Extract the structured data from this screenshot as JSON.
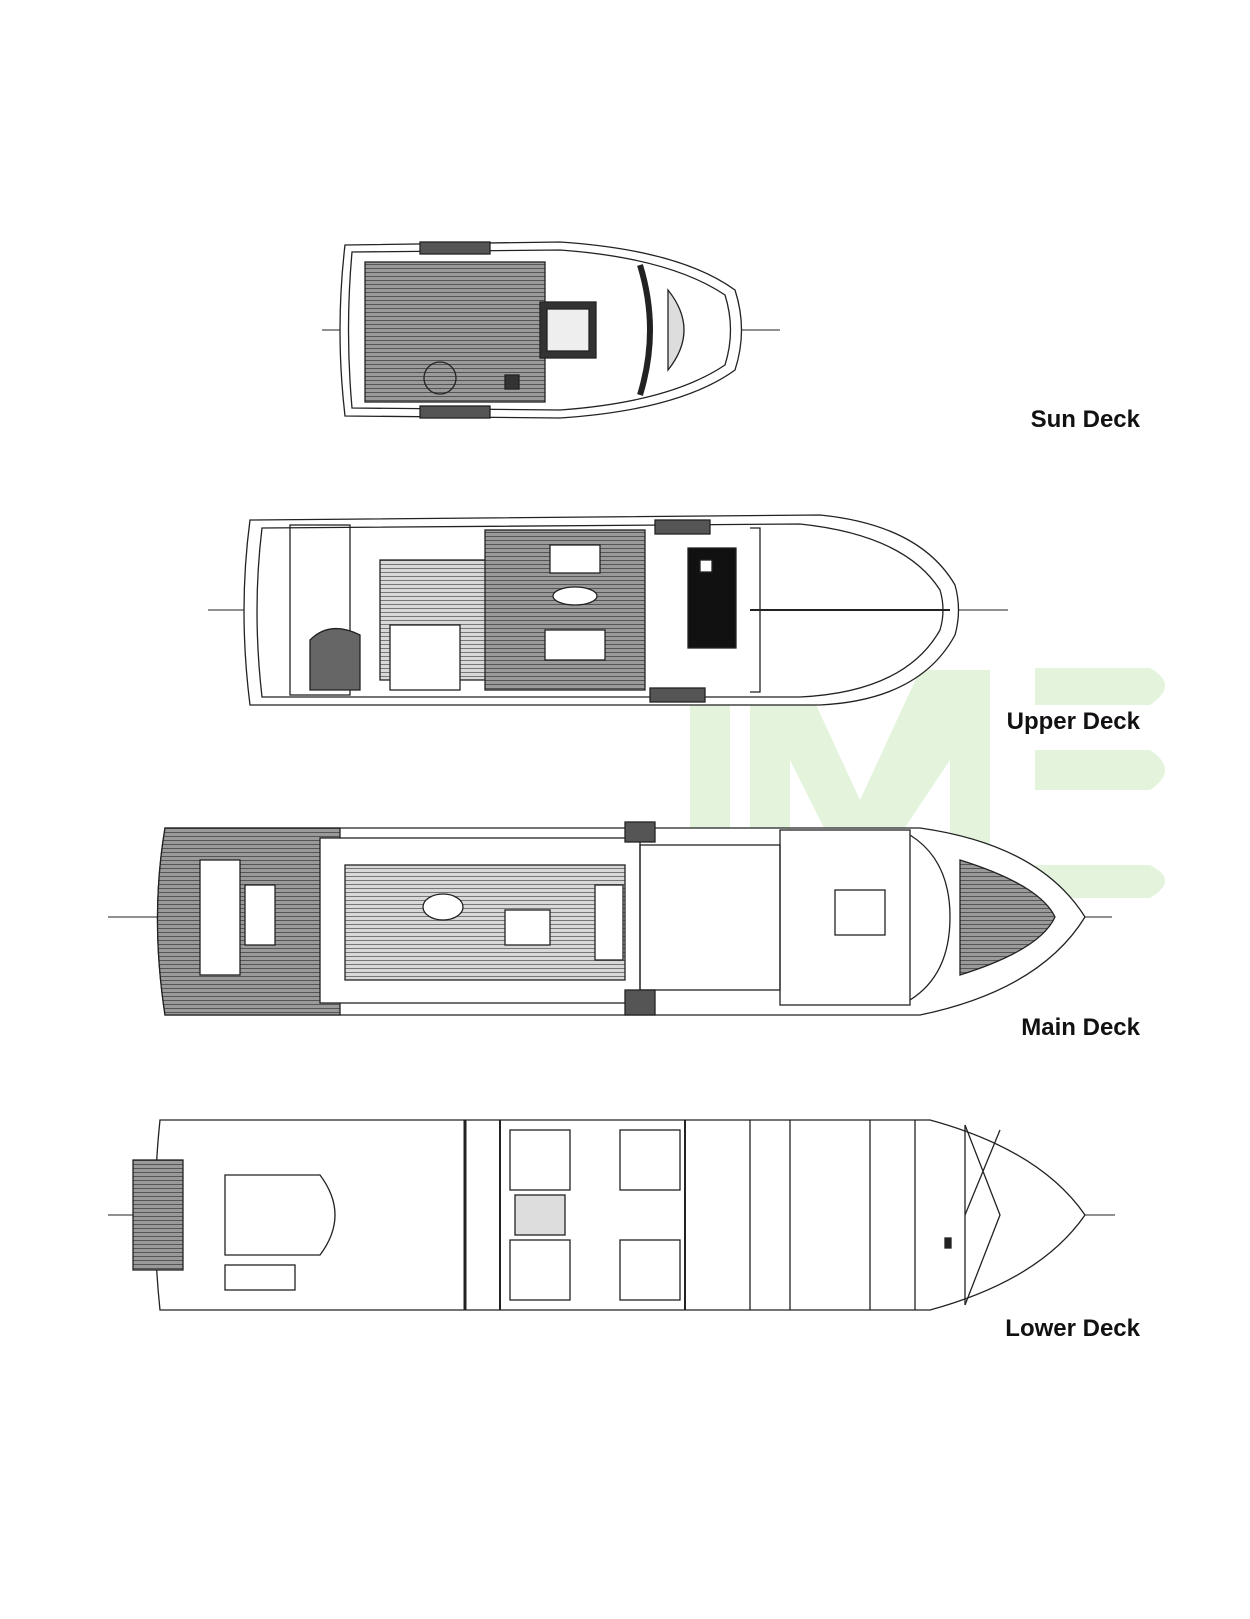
{
  "decks": [
    {
      "name": "Sun Deck"
    },
    {
      "name": "Upper Deck"
    },
    {
      "name": "Main Deck"
    },
    {
      "name": "Lower Deck"
    }
  ],
  "watermark": {
    "text": "ME",
    "color": "#dff2d6"
  },
  "colors": {
    "line": "#222222",
    "deck_fill": "#8a8a8a"
  }
}
